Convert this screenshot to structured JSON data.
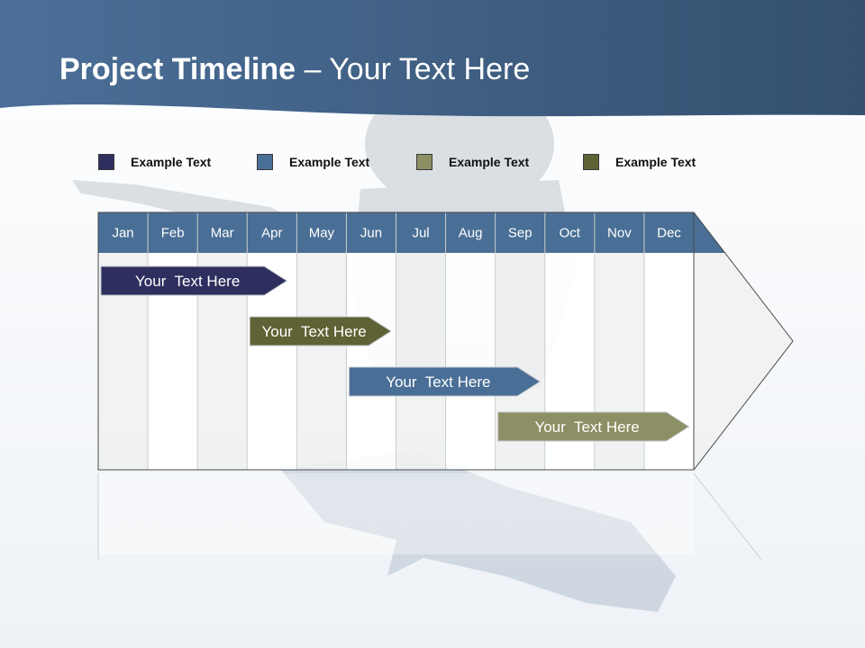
{
  "title": {
    "bold": "Project Timeline",
    "rest": " – Your Text Here"
  },
  "legend": [
    {
      "label": "Example Text",
      "color": "#2e2f5f"
    },
    {
      "label": "Example Text",
      "color": "#4a6f96"
    },
    {
      "label": "Example Text",
      "color": "#8d8f64"
    },
    {
      "label": "Example Text",
      "color": "#5f6234"
    }
  ],
  "months": [
    "Jan",
    "Feb",
    "Mar",
    "Apr",
    "May",
    "Jun",
    "Jul",
    "Aug",
    "Sep",
    "Oct",
    "Nov",
    "Dec"
  ],
  "tasks": [
    {
      "label": "Your  Text Here",
      "start": 0,
      "end": 3.8,
      "color": "#2e2f5f"
    },
    {
      "label": "Your  Text Here",
      "start": 3.0,
      "end": 5.9,
      "color": "#5f6234"
    },
    {
      "label": "Your  Text Here",
      "start": 5.0,
      "end": 8.9,
      "color": "#4a6f96"
    },
    {
      "label": "Your  Text Here",
      "start": 8.0,
      "end": 11.9,
      "color": "#8d8f64"
    }
  ],
  "colors": {
    "header_band": "#4b6f98",
    "header_top": "#35506f",
    "month_header": "#4a6f96"
  }
}
